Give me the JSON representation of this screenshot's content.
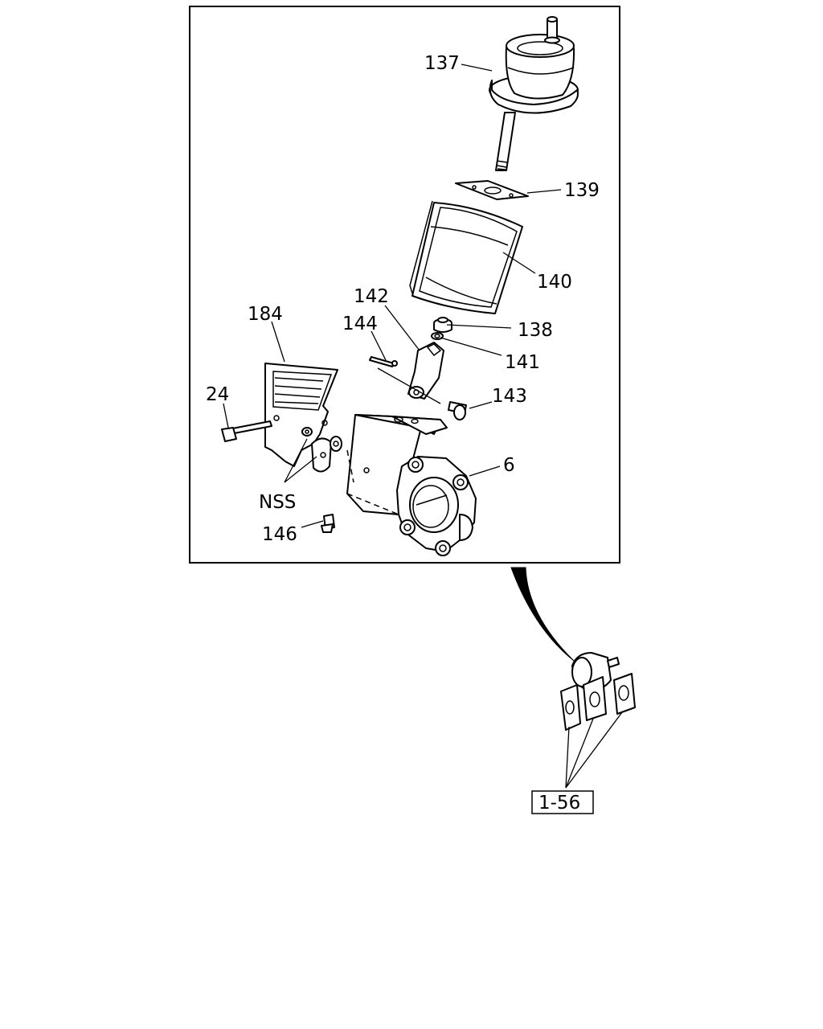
{
  "labels": {
    "p137": "137",
    "p139": "139",
    "p140": "140",
    "p142": "142",
    "p184": "184",
    "p144": "144",
    "p138": "138",
    "p141": "141",
    "p24": "24",
    "p143": "143",
    "p6": "6",
    "nss": "NSS",
    "p146": "146",
    "ref": "1-56"
  }
}
